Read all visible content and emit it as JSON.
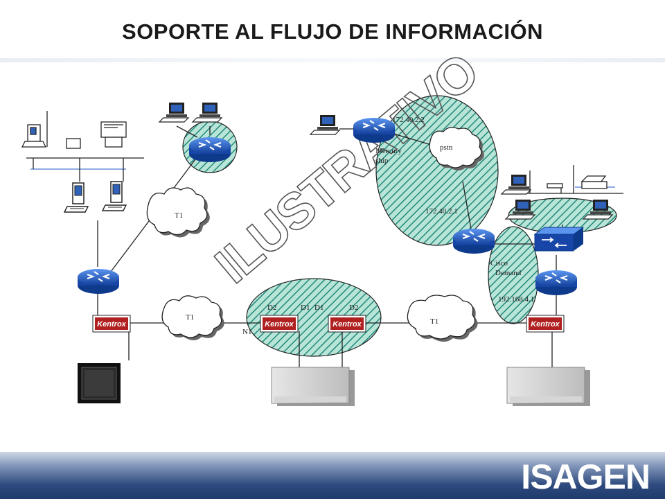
{
  "title": "SOPORTE AL FLUJO DE INFORMACIÓN",
  "watermark": "ILUSTRATIVO",
  "logo": "ISAGEN",
  "labels": {
    "ip_172_40_2_2": "172.40.2.2",
    "mercury": "Mercury",
    "ship": "ship",
    "pstn": "pstn",
    "ip_172_40_2_1": "172.40.2.1",
    "cisco": "Cisco",
    "demand": "Demand",
    "ip_192_168_4_1": "192.168.4.1",
    "t1_left_cloud": "T1",
    "t1_bottom_left": "T1",
    "t1_bottom_right": "T1",
    "d2_left": "D2",
    "d1_left": "D1",
    "d1_right": "D1",
    "d2_right": "D2",
    "n1": "N1"
  },
  "kentrox": [
    "Kentrox",
    "Kentrox",
    "Kentrox",
    "Kentrox"
  ],
  "colors": {
    "hatch_fill": "#a7d9cc",
    "hatch_stroke": "#1f8a7a",
    "router_blue": "#1f5fc8",
    "kentrox_red": "#b02020",
    "footer_blue": "#1f3a6c"
  }
}
